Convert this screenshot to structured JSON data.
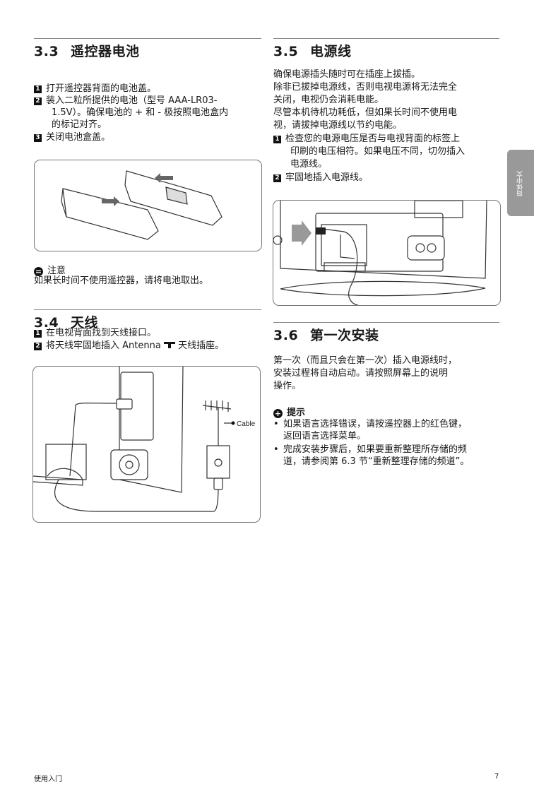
{
  "side_tab": "简体中文",
  "s33": {
    "num": "3.3",
    "title": "遥控器电池",
    "steps": [
      {
        "n": "1",
        "text": "打开遥控器背面的电池盖。"
      },
      {
        "n": "2",
        "line1": "装入二粒所提供的电池（型号 AAA-LR03-",
        "line2": "1.5V）。确保电池的 + 和 - 极按照电池盒内",
        "line3": "的标记对齐。"
      },
      {
        "n": "3",
        "text": "关闭电池盒盖。"
      }
    ],
    "note_label": "注意",
    "note_text": "如果长时间不使用遥控器，请将电池取出。"
  },
  "s34": {
    "num": "3.4",
    "title": "天线",
    "steps": [
      {
        "n": "1",
        "text": "在电视背面找到天线接口。"
      },
      {
        "n": "2",
        "text_a": "将天线牢固地插入 Antenna",
        "text_b": "天线插座。"
      }
    ],
    "cable_label": "Cable"
  },
  "s35": {
    "num": "3.5",
    "title": "电源线",
    "para": [
      "确保电源插头随时可在插座上拔插。",
      "除非已拔掉电源线，否则电视电源将无法完全",
      "关闭，电视仍会消耗电能。",
      "尽管本机待机功耗低，但如果长时间不使用电",
      "视，请拔掉电源线以节约电能。"
    ],
    "steps": [
      {
        "n": "1",
        "line1": "检查您的电源电压是否与电视背面的标签上",
        "line2": "印刷的电压相符。如果电压不同，切勿插入",
        "line3": "电源线。"
      },
      {
        "n": "2",
        "text": "牢固地插入电源线。"
      }
    ]
  },
  "s36": {
    "num": "3.6",
    "title": "第一次安装",
    "para": [
      "第一次（而且只会在第一次）插入电源线时，",
      "安装过程将自动启动。请按照屏幕上的说明",
      "操作。"
    ],
    "tip_label": "提示",
    "tips": [
      {
        "line1": "如果语言选择错误，请按遥控器上的红色键，",
        "line2": "返回语言选择菜单。"
      },
      {
        "line1": "完成安装步骤后，如果要重新整理所存储的频",
        "line2": "道，请参阅第 6.3 节“重新整理存储的频道”。"
      }
    ]
  },
  "footer": {
    "left": "使用入门",
    "page": "7"
  }
}
